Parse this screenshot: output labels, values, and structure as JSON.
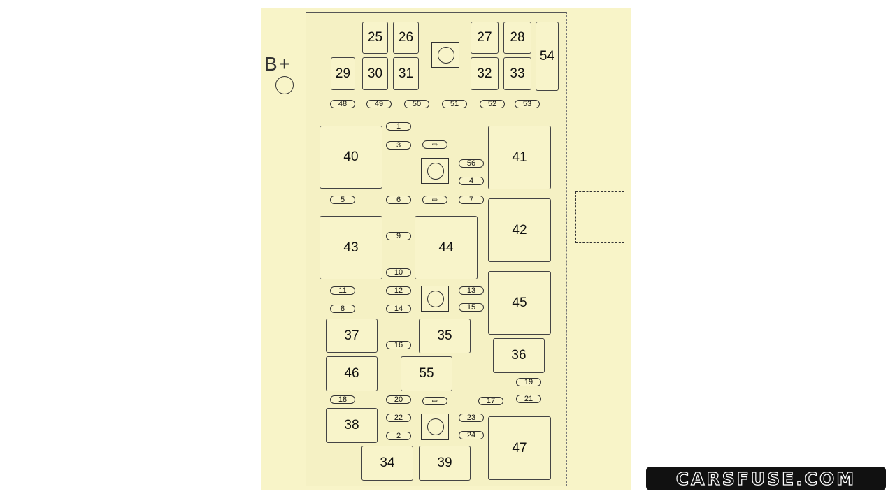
{
  "diagram": {
    "terminal_label": "B+",
    "relays": [
      "25",
      "26",
      "27",
      "28",
      "54",
      "29",
      "30",
      "31",
      "32",
      "33",
      "40",
      "41",
      "42",
      "43",
      "44",
      "45",
      "37",
      "35",
      "36",
      "46",
      "55",
      "38",
      "34",
      "39",
      "47"
    ],
    "fuses": [
      "48",
      "49",
      "50",
      "51",
      "52",
      "53",
      "1",
      "3",
      "56",
      "4",
      "5",
      "6",
      "7",
      "9",
      "10",
      "11",
      "12",
      "13",
      "8",
      "14",
      "15",
      "16",
      "19",
      "18",
      "20",
      "17",
      "21",
      "22",
      "23",
      "2",
      "24"
    ],
    "spare_fuse_icon": "fuse-puller-arrow-icon"
  },
  "watermark": "carsfuse.com"
}
